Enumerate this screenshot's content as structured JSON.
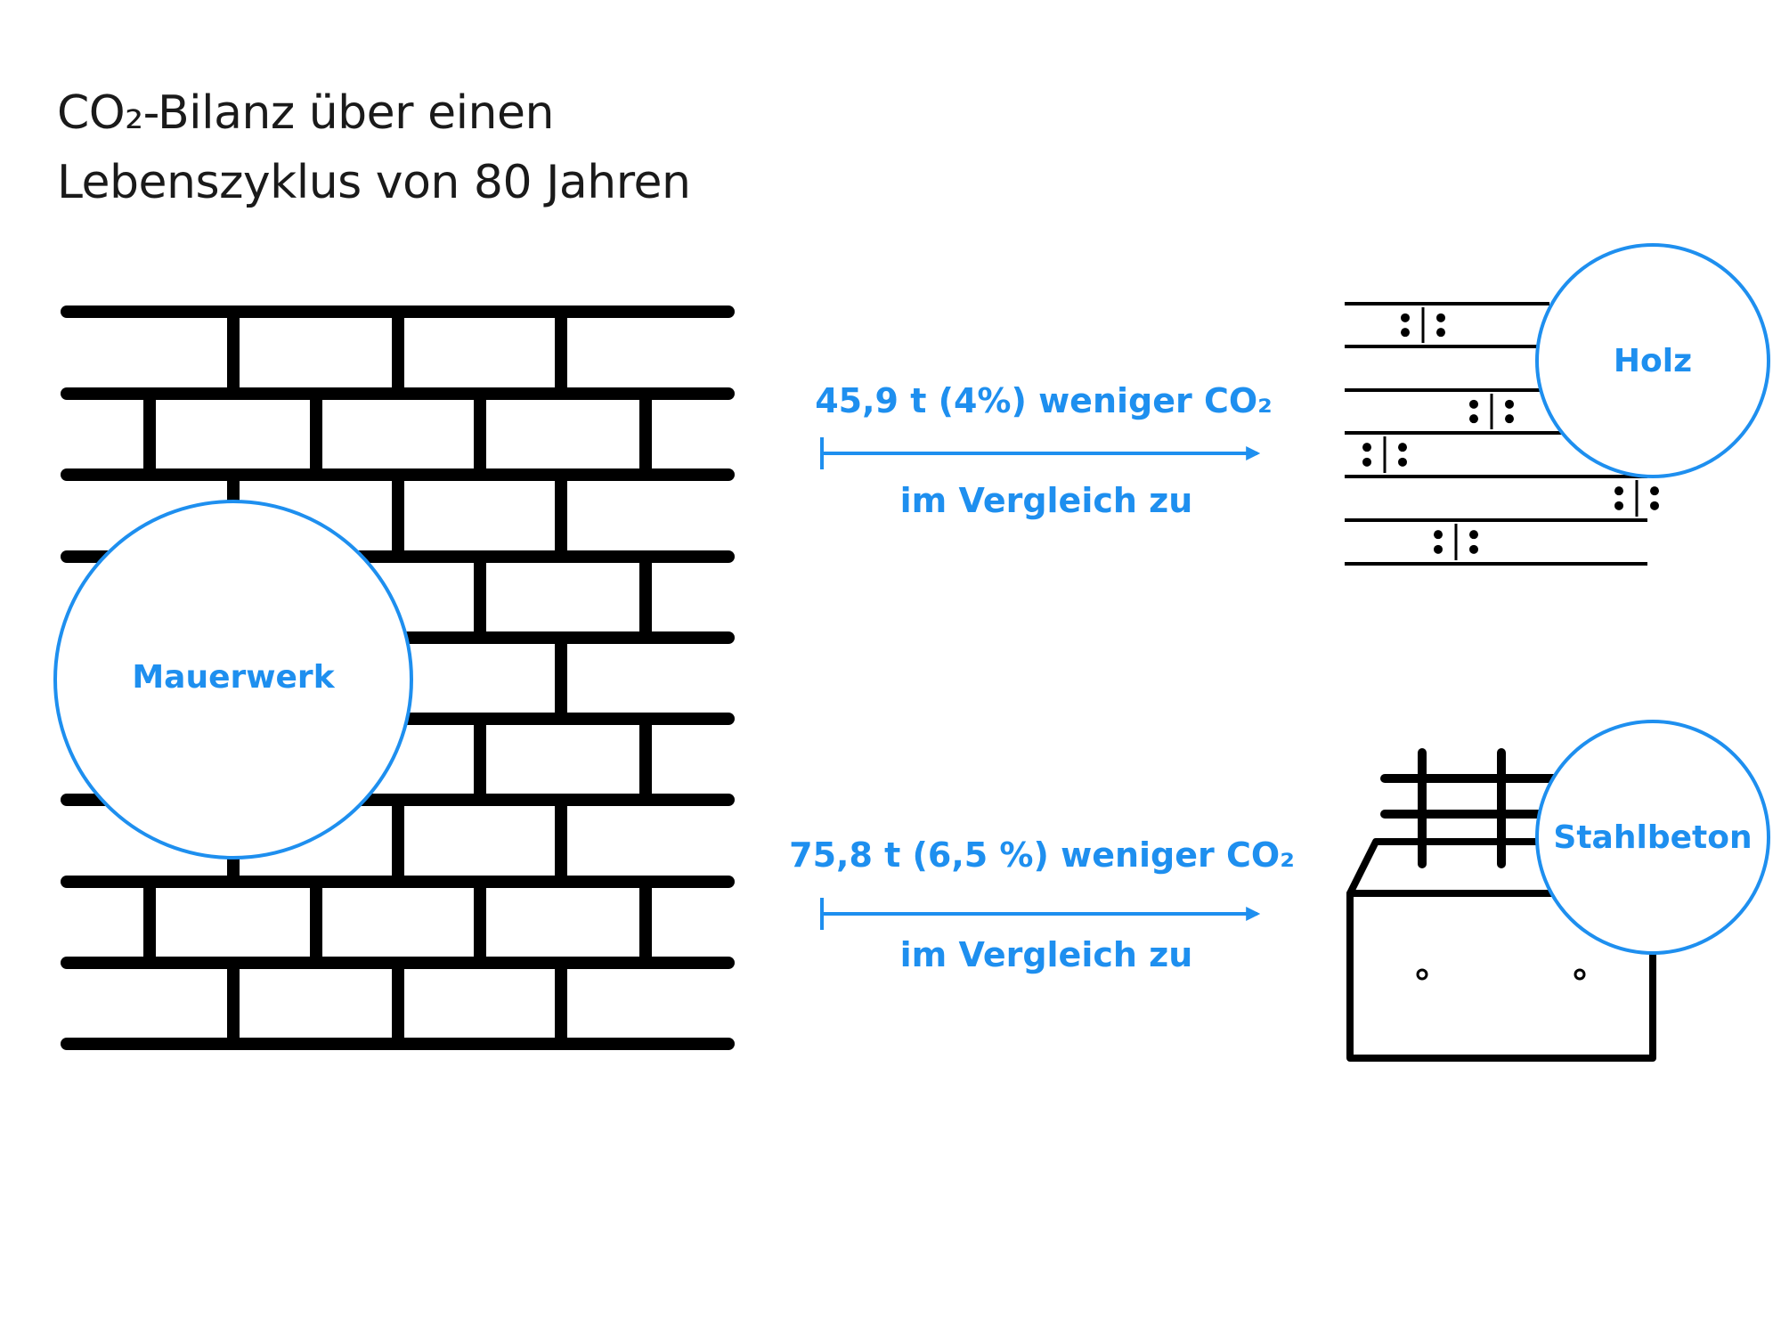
{
  "title": {
    "line1": "CO₂-Bilanz über einen",
    "line2": "Lebenszyklus von 80 Jahren"
  },
  "materials": {
    "masonry": "Mauerwerk",
    "wood": "Holz",
    "concrete": "Stahlbeton"
  },
  "comparisons": [
    {
      "amount": "45,9 t (4%) weniger CO₂",
      "subline": "im Vergleich zu"
    },
    {
      "amount": "75,8 t (6,5 %) weniger CO₂",
      "subline": "im Vergleich zu"
    }
  ],
  "colors": {
    "accent": "#1e8fef",
    "line": "#000000"
  }
}
